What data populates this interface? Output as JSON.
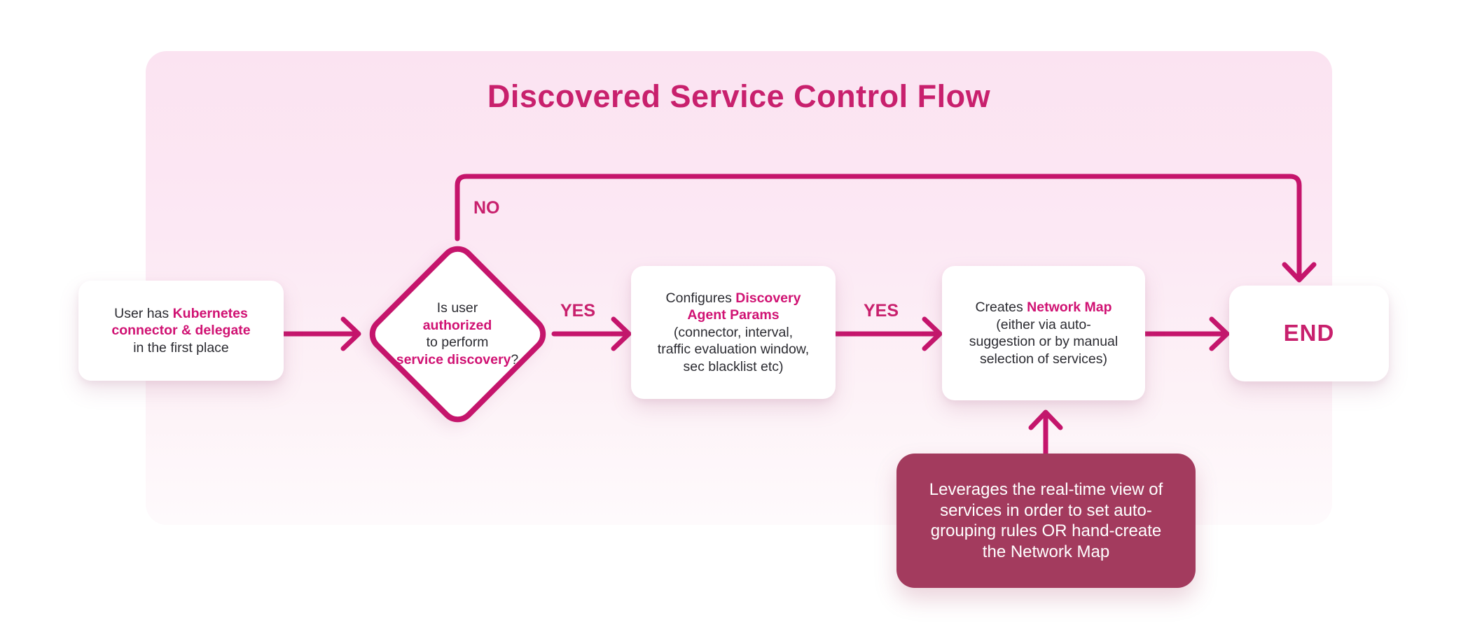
{
  "title": "Discovered Service Control Flow",
  "colors": {
    "accent": "#c8206d",
    "emphasis": "#d01273",
    "body_text": "#2b2b31",
    "panel_top": "#fbe3f1",
    "panel_bottom": "#fefafc",
    "node_bg": "#ffffff",
    "note_bg": "#a33b5e",
    "note_text": "#ffffff"
  },
  "labels": {
    "no": "NO",
    "yes_1": "YES",
    "yes_2": "YES"
  },
  "nodes": {
    "start": {
      "line1_plain": "User has ",
      "line1_em": "Kubernetes",
      "line2_em": "connector & delegate",
      "line3_plain": "in the first place"
    },
    "decision": {
      "line1": "Is user",
      "line2_em": "authorized",
      "line3": "to perform",
      "line4_em": "service discovery",
      "line4_suffix": "?"
    },
    "configure": {
      "line1_plain": "Configures ",
      "line1_em": "Discovery",
      "line2_em": "Agent Params",
      "line3": "(connector, interval,",
      "line4": "traffic evaluation window,",
      "line5": "sec blacklist etc)"
    },
    "create": {
      "line1_plain": "Creates ",
      "line1_em": "Network Map",
      "line2": "(either via auto-",
      "line3": "suggestion or by manual",
      "line4": "selection of services)"
    },
    "end": {
      "label": "END"
    },
    "note": {
      "line1": "Leverages the real-time view of",
      "line2": "services in order to set auto-",
      "line3": "grouping rules OR hand-create",
      "line4": "the Network Map"
    }
  }
}
